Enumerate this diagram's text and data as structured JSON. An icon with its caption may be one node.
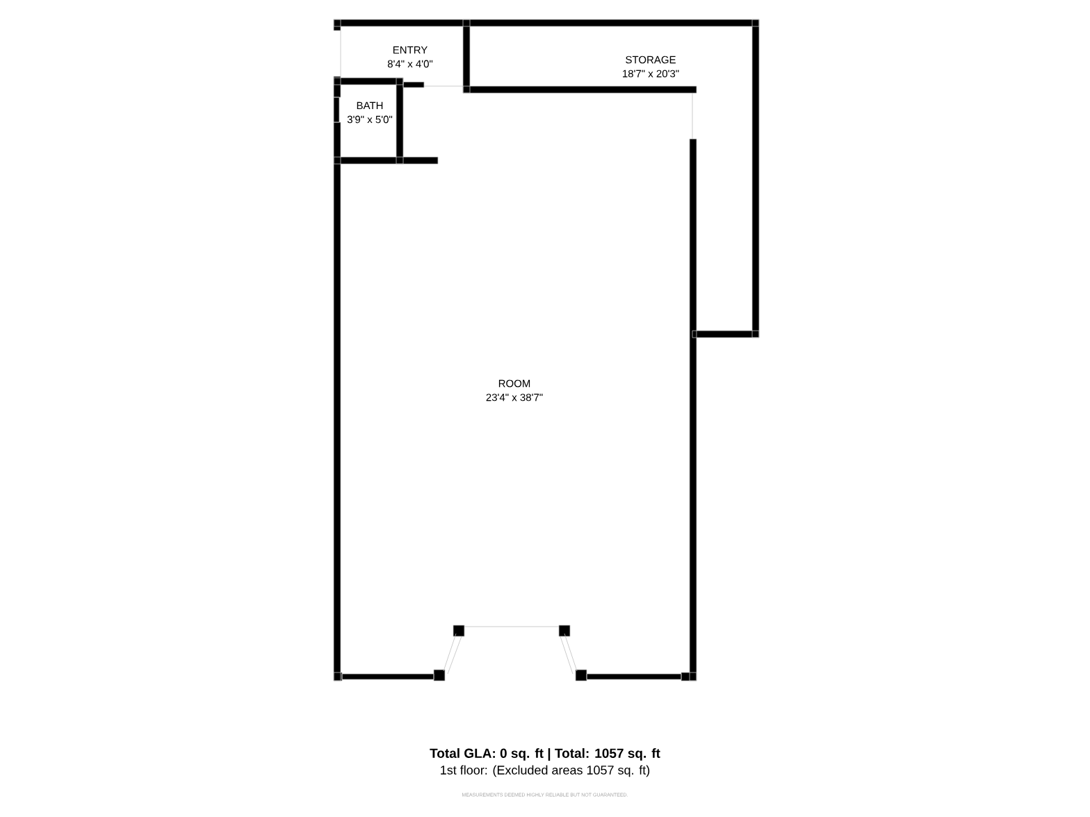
{
  "diagram": {
    "nodes": [
      {
        "text": [
          "ENTRY",
          "8'4\" x 4'0\""
        ]
      },
      {
        "text": [
          "STORAGE",
          "18'7\" x 20'3\""
        ]
      },
      {
        "text": [
          "BATH",
          "3'9\" x 5'0\""
        ]
      },
      {
        "text": [
          "ROOM",
          "23'4\" x 38'7\""
        ]
      }
    ],
    "labels": [
      "Total GLA: 0 sq. ft | Total: 1057 sq. ft",
      "1st floor: (Excluded areas 1057 sq. ft)",
      "MEASUREMENTS DEEMED HIGHLY RELIABLE BUT NOT GUARANTEED."
    ]
  }
}
